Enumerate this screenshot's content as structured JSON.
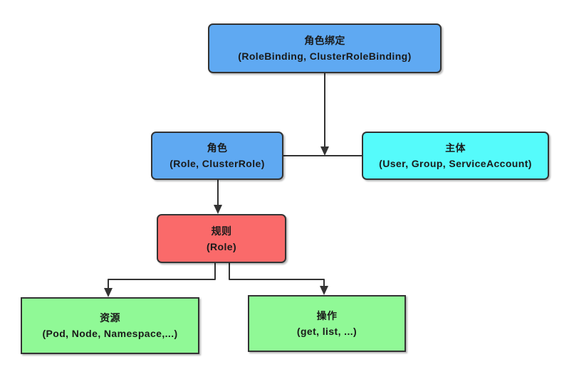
{
  "diagram": {
    "background": "#ffffff",
    "border_color": "#333333",
    "connector_color": "#333333",
    "text_color": "#1a1a1a",
    "nodes": {
      "role_binding": {
        "title": "角色绑定",
        "subtitle": "(RoleBinding, ClusterRoleBinding)",
        "fill": "#5fa9f2"
      },
      "role": {
        "title": "角色",
        "subtitle": "(Role, ClusterRole)",
        "fill": "#5fa9f2"
      },
      "subject": {
        "title": "主体",
        "subtitle": "(User, Group, ServiceAccount)",
        "fill": "#55fbfb"
      },
      "rule": {
        "title": "规则",
        "subtitle": "(Role)",
        "fill": "#fa6a6a"
      },
      "resource": {
        "title": "资源",
        "subtitle": "(Pod, Node, Namespace,...)",
        "fill": "#90f996"
      },
      "action": {
        "title": "操作",
        "subtitle": "(get, list, ...)",
        "fill": "#90f996"
      }
    },
    "edges": [
      {
        "from": "role_binding",
        "to": "role_subject_link",
        "arrow": true
      },
      {
        "from": "role",
        "to": "subject",
        "arrow": false
      },
      {
        "from": "role",
        "to": "rule",
        "arrow": true
      },
      {
        "from": "rule",
        "to": "resource",
        "arrow": true
      },
      {
        "from": "rule",
        "to": "action",
        "arrow": true
      }
    ]
  }
}
